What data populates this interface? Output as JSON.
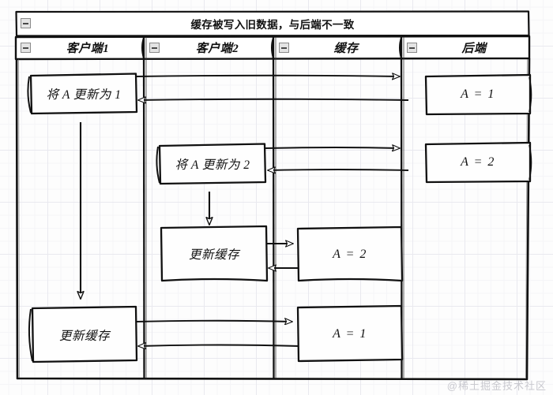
{
  "diagram": {
    "kind": "swimlane-sequence-diagram",
    "title": "缓存被写入旧数据，与后端不一致",
    "watermark": "@稀土掘金技术社区",
    "collapse_icon": "minus-box-icon",
    "lanes": [
      {
        "id": "client1",
        "label": "客户端1"
      },
      {
        "id": "client2",
        "label": "客户端2"
      },
      {
        "id": "cache",
        "label": "缓存"
      },
      {
        "id": "backend",
        "label": "后端"
      }
    ],
    "nodes": [
      {
        "id": "n1",
        "lane": "client1",
        "label": "将 A 更新为 1"
      },
      {
        "id": "n2",
        "lane": "backend",
        "label": "A = 1"
      },
      {
        "id": "n3",
        "lane": "client2",
        "label": "将 A 更新为 2"
      },
      {
        "id": "n4",
        "lane": "backend",
        "label": "A = 2"
      },
      {
        "id": "n5",
        "lane": "client2",
        "label": "更新缓存"
      },
      {
        "id": "n6",
        "lane": "cache",
        "label": "A = 2"
      },
      {
        "id": "n7",
        "lane": "client1",
        "label": "更新缓存"
      },
      {
        "id": "n8",
        "lane": "cache",
        "label": "A = 1"
      }
    ],
    "edges": [
      {
        "from": "n1",
        "to": "n2",
        "direction": "right"
      },
      {
        "from": "n2",
        "to": "n1",
        "direction": "left"
      },
      {
        "from": "n3",
        "to": "n4",
        "direction": "right"
      },
      {
        "from": "n4",
        "to": "n3",
        "direction": "left"
      },
      {
        "from": "n5",
        "to": "n6",
        "direction": "right"
      },
      {
        "from": "n6",
        "to": "n5",
        "direction": "left"
      },
      {
        "from": "n7",
        "to": "n8",
        "direction": "right"
      },
      {
        "from": "n8",
        "to": "n7",
        "direction": "left"
      },
      {
        "from": "n1",
        "to": "n7",
        "direction": "down"
      },
      {
        "from": "n3",
        "to": "n5",
        "direction": "down"
      }
    ],
    "colors": {
      "stroke": "#1a1a1a",
      "node_fill": "#fefefe",
      "lane_header_fill": "#ffffff",
      "grid": "#e9e9ef",
      "watermark": "#c9c9cf"
    }
  }
}
